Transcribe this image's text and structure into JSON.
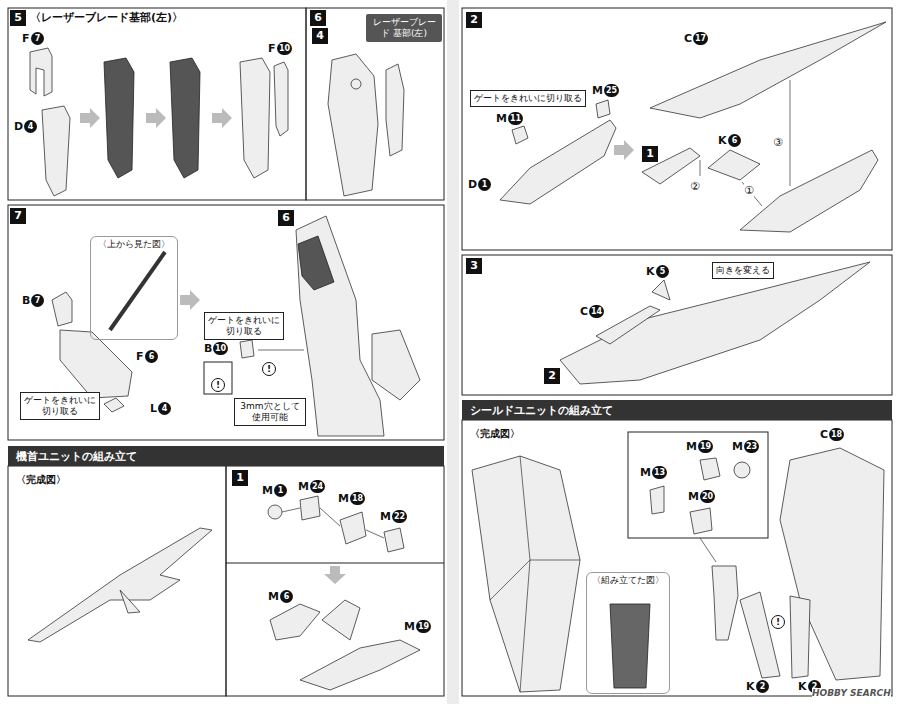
{
  "diagram": {
    "nodes": [
      {
        "text": [
          "5"
        ]
      },
      {
        "text": [
          "6"
        ]
      },
      {
        "text": [
          "4"
        ]
      },
      {
        "text": [
          "レーザーブレード 基部(左)"
        ]
      },
      {
        "text": [
          "7"
        ]
      },
      {
        "text": [
          "〈上から見た図〉"
        ]
      },
      {
        "text": [
          "ゲートをきれいに 切り取る"
        ]
      },
      {
        "text": [
          "6"
        ]
      },
      {
        "text": [
          "ゲートをきれいに 切り取る"
        ]
      },
      {
        "text": [
          "3mm穴として 使用可能"
        ]
      },
      {
        "text": [
          "機首ユニットの組み立て"
        ]
      },
      {
        "text": [
          "1"
        ]
      },
      {
        "text": [
          "2"
        ]
      },
      {
        "text": [
          "ゲートをきれいに切り取る"
        ]
      },
      {
        "text": [
          "1"
        ]
      },
      {
        "text": [
          "3"
        ]
      },
      {
        "text": [
          "2"
        ]
      },
      {
        "text": [
          "向きを変える"
        ]
      },
      {
        "text": [
          "シールドユニットの組み立て"
        ]
      },
      {
        "text": [
          "〈組み立てた図〉"
        ]
      }
    ],
    "labels": [
      "〈レーザーブレード基部(左)〉",
      "F",
      "7",
      "D",
      "4",
      "F",
      "10",
      "B",
      "7",
      "F",
      "6",
      "L",
      "4",
      "B",
      "10",
      "!",
      "!",
      "〈完成図〉",
      "M",
      "1",
      "M",
      "24",
      "M",
      "18",
      "M",
      "22",
      "M",
      "6",
      "M",
      "19",
      "M",
      "11",
      "M",
      "25",
      "D",
      "1",
      "C",
      "17",
      "K",
      "6",
      "①",
      "②",
      "③",
      "C",
      "14",
      "K",
      "5",
      "〈完成図〉",
      "M",
      "19",
      "M",
      "23",
      "M",
      "13",
      "M",
      "20",
      "C",
      "18",
      "K",
      "2",
      "K",
      "2",
      "!",
      "HOBBY SEARCH"
    ]
  }
}
